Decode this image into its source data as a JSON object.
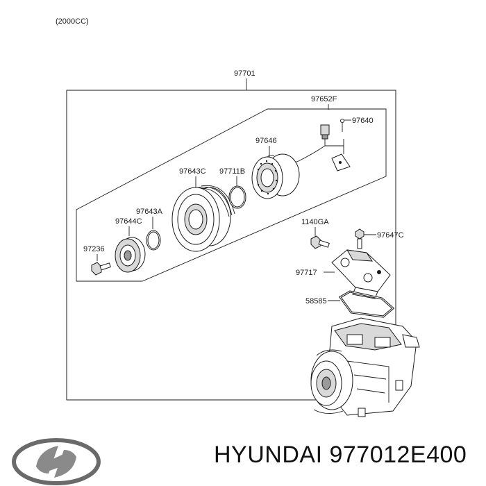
{
  "diagram": {
    "variant_note": "(2000CC)",
    "assembly_label": "97701",
    "labels": {
      "p97652F": "97652F",
      "p97640": "97640",
      "p97646": "97646",
      "p97643C": "97643C",
      "p97711B": "97711B",
      "p97643A": "97643A",
      "p97644C": "97644C",
      "p97236": "97236",
      "p1140GA": "1140GA",
      "p97647C": "97647C",
      "p97717": "97717",
      "p58585": "58585"
    }
  },
  "brand": {
    "name": "HYUNDAI",
    "part_number": "977012E400",
    "caption": "HYUNDAI 977012E400",
    "logo_icon": "hyundai-logo-icon"
  }
}
